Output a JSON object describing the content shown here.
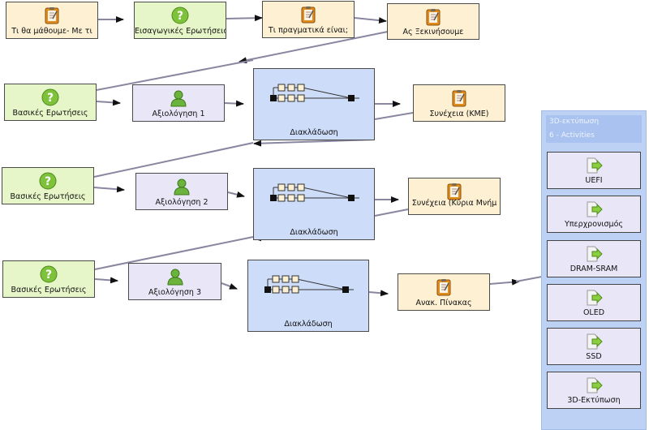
{
  "nodes": {
    "intro_what": {
      "label": "Τι θα μάθουμε- Με τι",
      "icon": "clipboard-icon"
    },
    "intro_questions": {
      "label": "Εισαγωγικές Ερωτήσεις",
      "icon": "question-icon"
    },
    "what_they_are": {
      "label": "Τι πραγματικά είναι;",
      "icon": "clipboard-icon"
    },
    "lets_start": {
      "label": "Ας Ξεκινήσουμε",
      "icon": "clipboard-icon"
    },
    "basic_q1": {
      "label": "Βασικές Ερωτήσεις",
      "icon": "question-icon"
    },
    "assessment1": {
      "label": "Αξιολόγηση 1",
      "icon": "user-icon"
    },
    "branch1": {
      "label": "Διακλάδωση",
      "icon": "branch-icon"
    },
    "continue_cpu": {
      "label": "Συνέχεια (ΚΜΕ)",
      "icon": "clipboard-icon"
    },
    "basic_q2": {
      "label": "Βασικές Ερωτήσεις",
      "icon": "question-icon"
    },
    "assessment2": {
      "label": "Αξιολόγηση 2",
      "icon": "user-icon"
    },
    "branch2": {
      "label": "Διακλάδωση",
      "icon": "branch-icon"
    },
    "continue_memory": {
      "label": "Συνέχεια (Κύρια Μνήμ",
      "icon": "clipboard-icon"
    },
    "basic_q3": {
      "label": "Βασικές Ερωτήσεις",
      "icon": "question-icon"
    },
    "assessment3": {
      "label": "Αξιολόγηση 3",
      "icon": "user-icon"
    },
    "branch3": {
      "label": "Διακλάδωση",
      "icon": "branch-icon"
    },
    "recap_table": {
      "label": "Ανακ. Πίνακας",
      "icon": "clipboard-icon"
    }
  },
  "activities_panel": {
    "title": "3D-εκτύπωση",
    "subtitle": "6 - Activities",
    "items": [
      {
        "label": "UEFI",
        "icon": "arrow-page-icon"
      },
      {
        "label": "Υπερχρονισμός",
        "icon": "arrow-page-icon"
      },
      {
        "label": "DRAM-SRAM",
        "icon": "arrow-page-icon"
      },
      {
        "label": "OLED",
        "icon": "arrow-page-icon"
      },
      {
        "label": "SSD",
        "icon": "arrow-page-icon"
      },
      {
        "label": "3D-Εκτύπωση",
        "icon": "arrow-page-icon"
      }
    ]
  },
  "colors": {
    "note_fill": "#fdf0d3",
    "quiz_fill": "#e6f6c8",
    "assessment_fill": "#e9e7f7",
    "branch_fill": "#cddcf9",
    "panel_fill": "#bcd1f3",
    "connector": "#8a86a0"
  }
}
